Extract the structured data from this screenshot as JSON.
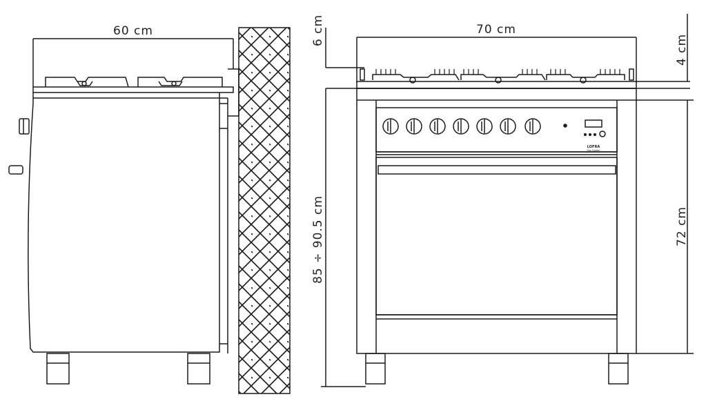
{
  "dimensions": {
    "side_width": "60 cm",
    "front_width": "70 cm",
    "top_gap": "6 cm",
    "hob_height": "4 cm",
    "total_height": "85 ÷ 90.5 cm",
    "body_height": "72 cm"
  },
  "brand": {
    "name": "LOFRA",
    "subtitle": "Gas Cooker"
  },
  "colors": {
    "line": "#1a1a1a",
    "wall": "#ffffff"
  }
}
